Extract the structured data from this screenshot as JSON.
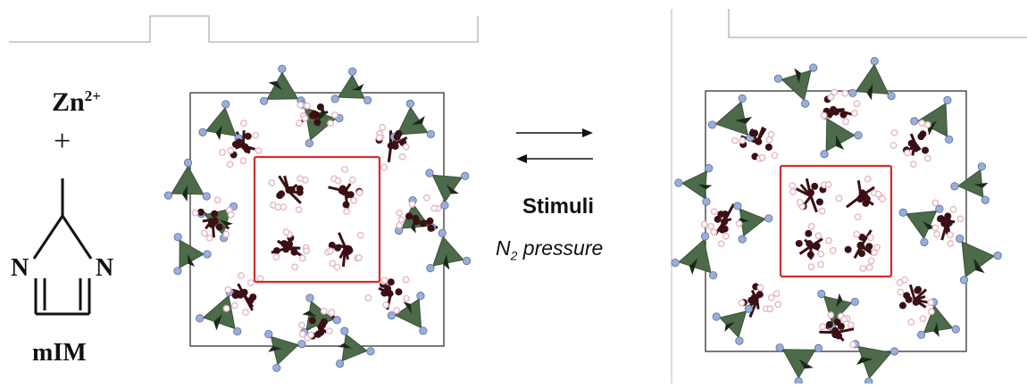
{
  "left_panel": {
    "metal_ion": "Zn",
    "metal_charge": "2+",
    "plus_sign": "+",
    "linker_atom_left": "N",
    "linker_atom_right": "N",
    "linker_name": "mIM"
  },
  "transition": {
    "stimuli_label": "Stimuli",
    "pressure_prefix": "N",
    "pressure_subscript": "2",
    "pressure_suffix": " pressure"
  },
  "colors": {
    "tetrahedra": "#4d6b4a",
    "tetra_dark": "#1a2a1a",
    "nitrogen": "#9aaedc",
    "carbon": "#3b0f14",
    "hydrogen": "#e7b7c2",
    "highlight_box": "#d62b2b",
    "cell_line": "#222222"
  }
}
